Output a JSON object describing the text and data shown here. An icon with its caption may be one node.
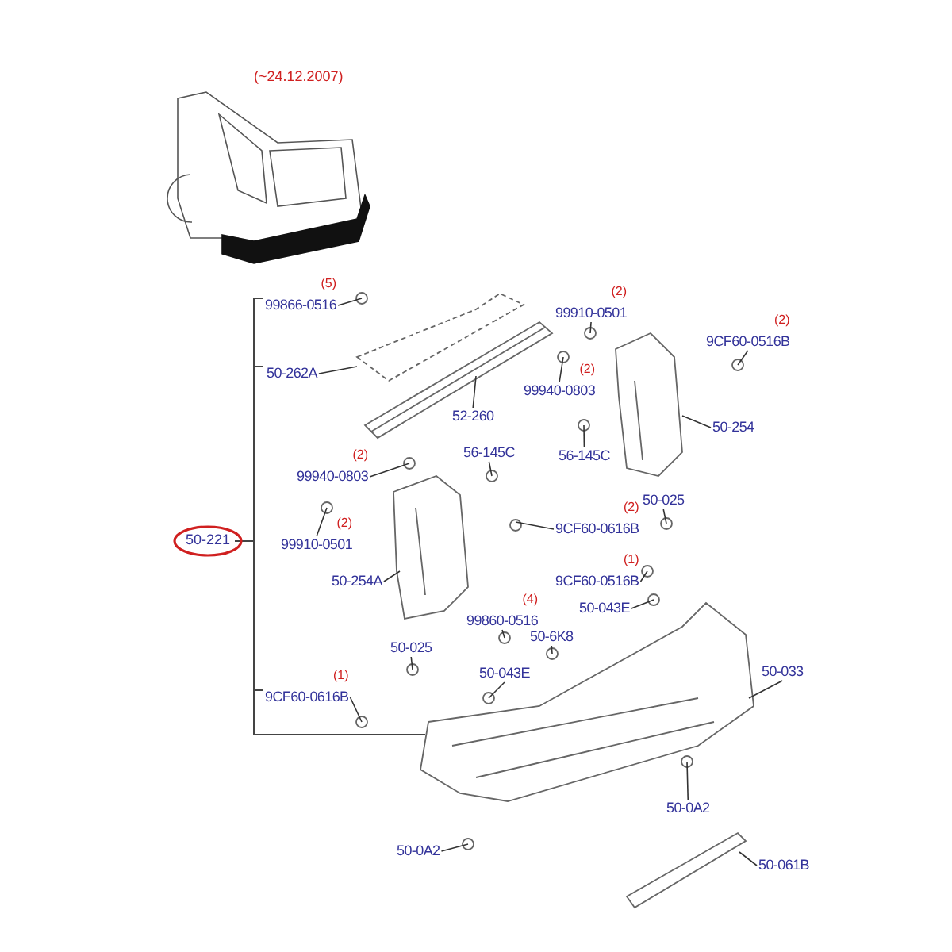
{
  "diagram": {
    "nodes": [
      {
        "text": [
          "99866-0516"
        ],
        "beside": [
          "(5)"
        ]
      },
      {
        "text": [
          "99910-0501"
        ],
        "beside": [
          "(2)"
        ]
      },
      {
        "text": [
          "9CF60-0516B"
        ],
        "beside": [
          "(2)"
        ]
      },
      {
        "text": [
          "50-262A"
        ]
      },
      {
        "text": [
          "99940-0803"
        ],
        "beside": [
          "(2)"
        ]
      },
      {
        "text": [
          "52-260"
        ]
      },
      {
        "text": [
          "50-254"
        ]
      },
      {
        "text": [
          "56-145C"
        ]
      },
      {
        "text": [
          "56-145C"
        ]
      },
      {
        "text": [
          "99940-0803"
        ],
        "beside": [
          "(2)"
        ]
      },
      {
        "text": [
          "50-025"
        ]
      },
      {
        "text": [
          "9CF60-0616B"
        ],
        "beside": [
          "(2)"
        ]
      },
      {
        "text": [
          "99910-0501"
        ],
        "beside": [
          "(2)"
        ]
      },
      {
        "text": [
          "9CF60-0516B"
        ],
        "beside": [
          "(1)"
        ]
      },
      {
        "text": [
          "50-254A"
        ]
      },
      {
        "text": [
          "99860-0516"
        ],
        "beside": [
          "(4)"
        ]
      },
      {
        "text": [
          "50-043E"
        ]
      },
      {
        "text": [
          "50-6K8"
        ]
      },
      {
        "text": [
          "50-025"
        ]
      },
      {
        "text": [
          "50-043E"
        ]
      },
      {
        "text": [
          "50-033"
        ]
      },
      {
        "text": [
          "9CF60-0616B"
        ],
        "beside": [
          "(1)"
        ]
      },
      {
        "text": [
          "50-0A2"
        ]
      },
      {
        "text": [
          "50-0A2"
        ]
      },
      {
        "text": [
          "50-061B"
        ]
      }
    ],
    "edges": [
      {
        "from": 0,
        "to": null,
        "arrow": "none"
      },
      {
        "from": 1,
        "to": null,
        "arrow": "none"
      },
      {
        "from": 2,
        "to": null,
        "arrow": "none"
      },
      {
        "from": 3,
        "to": null,
        "arrow": "none"
      },
      {
        "from": 4,
        "to": null,
        "arrow": "none"
      },
      {
        "from": 5,
        "to": null,
        "arrow": "none"
      },
      {
        "from": 6,
        "to": null,
        "arrow": "none"
      },
      {
        "from": 7,
        "to": null,
        "arrow": "none"
      },
      {
        "from": 8,
        "to": null,
        "arrow": "none"
      },
      {
        "from": 9,
        "to": null,
        "arrow": "none"
      },
      {
        "from": 10,
        "to": null,
        "arrow": "none"
      },
      {
        "from": 11,
        "to": null,
        "arrow": "none"
      },
      {
        "from": 12,
        "to": null,
        "arrow": "none"
      },
      {
        "from": 13,
        "to": null,
        "arrow": "none"
      },
      {
        "from": 14,
        "to": null,
        "arrow": "none"
      },
      {
        "from": 15,
        "to": null,
        "arrow": "none"
      },
      {
        "from": 16,
        "to": null,
        "arrow": "none"
      },
      {
        "from": 17,
        "to": null,
        "arrow": "none"
      },
      {
        "from": 18,
        "to": null,
        "arrow": "none"
      },
      {
        "from": 19,
        "to": null,
        "arrow": "none"
      },
      {
        "from": 20,
        "to": null,
        "arrow": "none"
      },
      {
        "from": 21,
        "to": null,
        "arrow": "none"
      },
      {
        "from": 22,
        "to": null,
        "arrow": "none"
      },
      {
        "from": 23,
        "to": null,
        "arrow": "none"
      },
      {
        "from": 24,
        "to": null,
        "arrow": "none"
      }
    ],
    "labels": [
      "(~24.12.2007)",
      "50-221"
    ]
  }
}
